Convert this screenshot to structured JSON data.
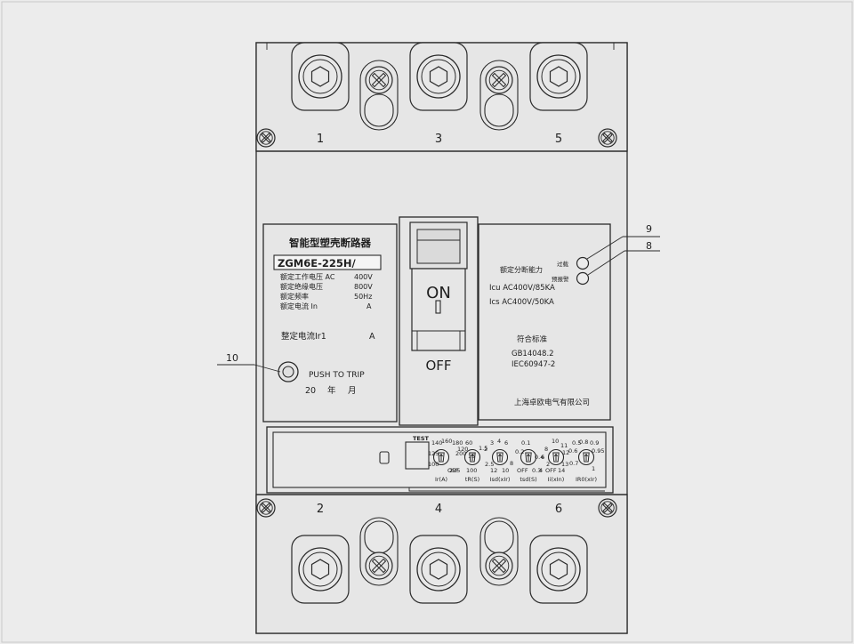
{
  "terminals_top": [
    "1",
    "3",
    "5"
  ],
  "terminals_bottom": [
    "2",
    "4",
    "6"
  ],
  "callouts": {
    "c9": "9",
    "c8": "8",
    "c10": "10"
  },
  "left_panel": {
    "title": "智能型塑壳断路器",
    "model": "ZGM6E-225H/",
    "specs": [
      {
        "label": "额定工作电压 AC",
        "value": "400V"
      },
      {
        "label": "额定绝缘电压",
        "value": "800V"
      },
      {
        "label": "额定频率",
        "value": "50Hz"
      },
      {
        "label": "额定电流 In",
        "value": "A"
      }
    ],
    "setting_label": "整定电流Ir1",
    "setting_unit": "A",
    "push_to_trip": "PUSH TO TRIP",
    "date_year_prefix": "20",
    "date_year": "年",
    "date_month": "月"
  },
  "handle": {
    "on_label": "ON",
    "off_label": "OFF"
  },
  "right_panel": {
    "breaking_capacity": "额定分断能力",
    "overload": "过载",
    "prealarm": "预报警",
    "icu": "Icu AC400V/85KA",
    "ics": "Ics AC400V/50KA",
    "standards_title": "符合标准",
    "standard_1": "GB14048.2",
    "standard_2": "IEC60947-2",
    "manufacturer": "上海卓欧电气有限公司"
  },
  "trip_unit": {
    "test": "TEST",
    "dials": [
      {
        "label": "Ir(A)",
        "scale": [
          "100",
          "125",
          "140",
          "160",
          "180",
          "200",
          "225"
        ]
      },
      {
        "label": "tR(S)",
        "scale": [
          "OFF",
          "60",
          "120",
          "15",
          "100"
        ]
      },
      {
        "label": "Isd(xIr)",
        "scale": [
          "1.5",
          "2",
          "3",
          "4",
          "6",
          "2.5",
          "12",
          "10",
          "8"
        ]
      },
      {
        "label": "tsd(S)",
        "scale": [
          "OFF",
          "0.1",
          "0.2",
          "0.3",
          "0.4"
        ]
      },
      {
        "label": "Ii(xIn)",
        "scale": [
          "2",
          "4",
          "6",
          "8",
          "10",
          "11",
          "12",
          "13",
          "14",
          "OFF"
        ]
      },
      {
        "label": "IR0(xIr)",
        "scale": [
          "0.5",
          "0.6",
          "0.8",
          "0.9",
          "0.95",
          "0.7",
          "1"
        ]
      }
    ]
  }
}
